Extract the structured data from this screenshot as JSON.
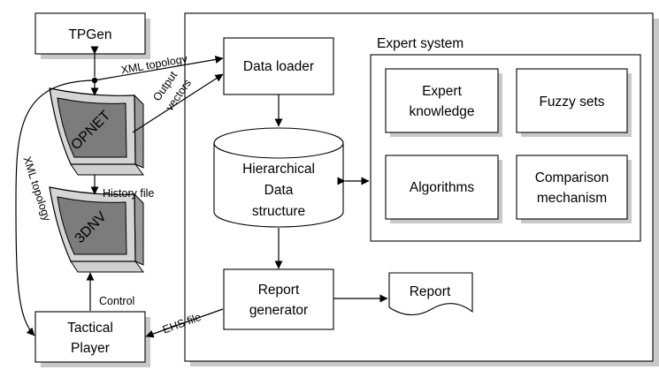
{
  "nodes": {
    "tpgen": "TPGen",
    "data_loader": "Data loader",
    "expert_system": "Expert system",
    "expert_knowledge": [
      "Expert",
      "knowledge"
    ],
    "fuzzy_sets": "Fuzzy sets",
    "algorithms": "Algorithms",
    "comparison": [
      "Comparison",
      "mechanism"
    ],
    "hds": [
      "Hierarchical",
      "Data",
      "structure"
    ],
    "report_generator": [
      "Report",
      "generator"
    ],
    "report": "Report",
    "tactical_player": [
      "Tactical",
      "Player"
    ],
    "opnet": "OPNET",
    "threednv": "3DNV"
  },
  "edges": {
    "xml_topology_top": "XML topology",
    "output_vectors": [
      "Output",
      "vectors"
    ],
    "history_file": "History file",
    "xml_topology_side": "XML topology",
    "control": "Control",
    "ehs_file": "EHS file"
  }
}
